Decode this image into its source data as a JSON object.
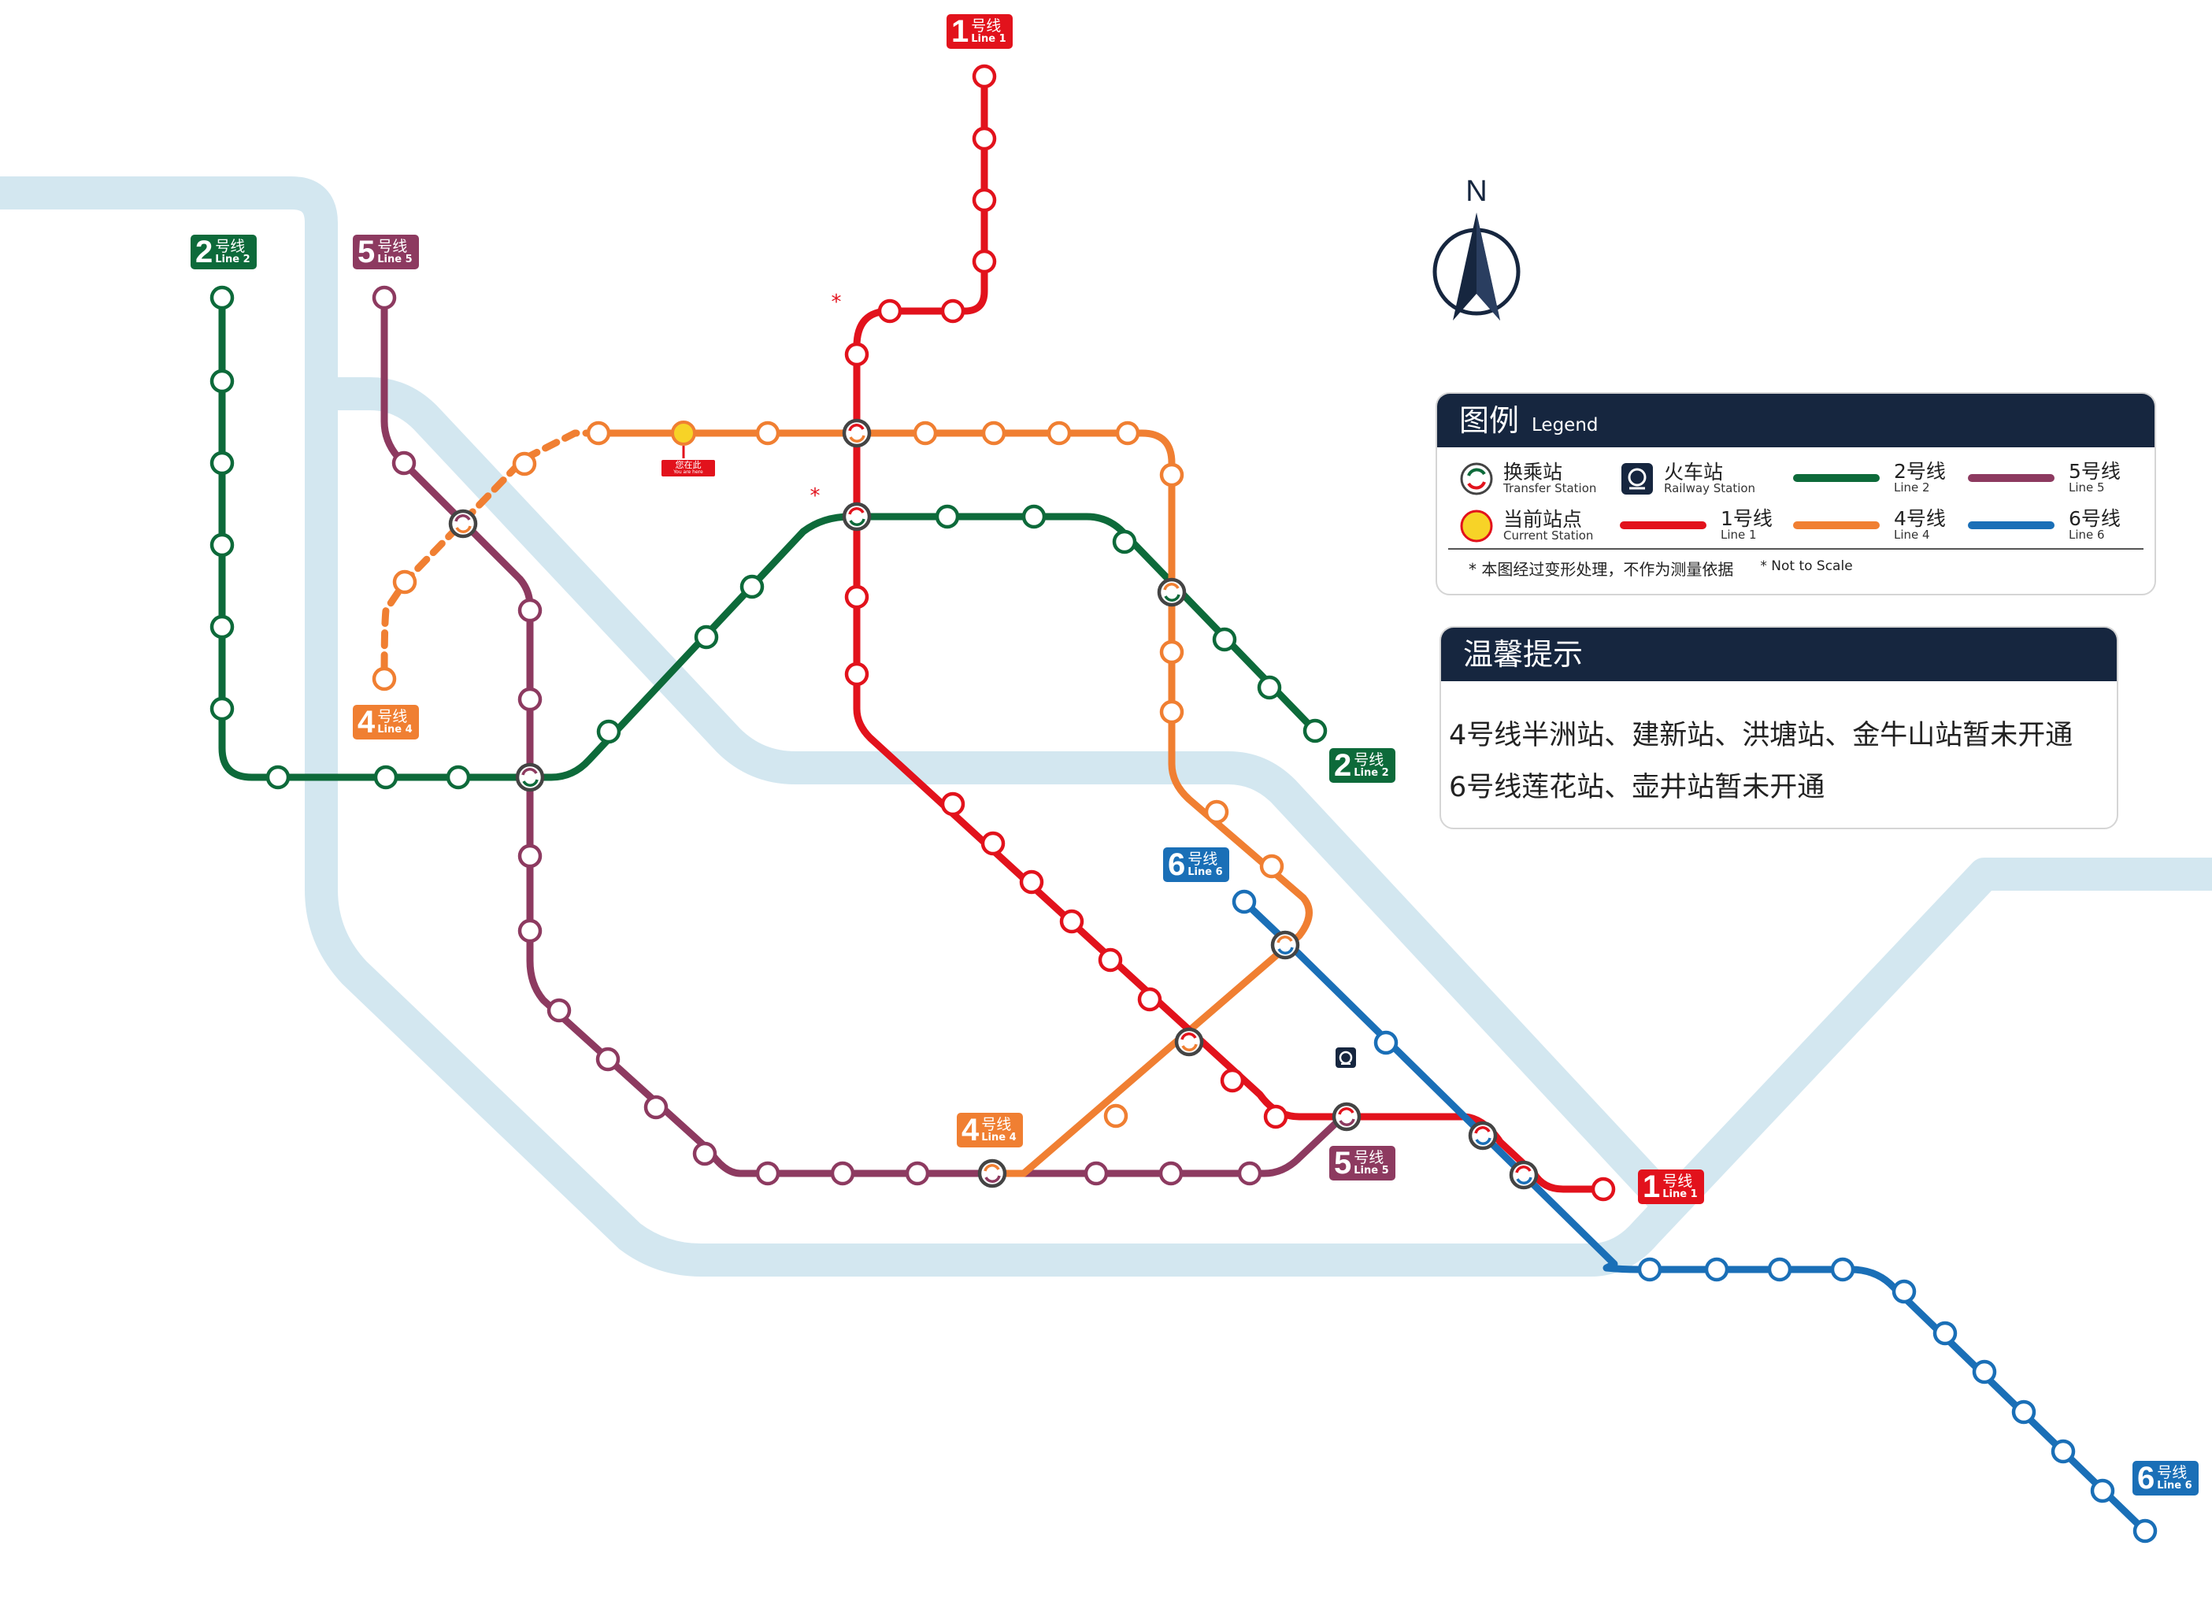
{
  "colors": {
    "line1": "#e2121c",
    "line2": "#0d6a3a",
    "line4": "#f07f32",
    "line5": "#8d3a60",
    "line6": "#1a6fb7",
    "river": "#d3e7f0",
    "panel_header": "#16263f",
    "current_station": "#f7d327"
  },
  "badges": {
    "line1": {
      "num": "1",
      "zh": "号线",
      "en": "Line 1"
    },
    "line2": {
      "num": "2",
      "zh": "号线",
      "en": "Line 2"
    },
    "line4": {
      "num": "4",
      "zh": "号线",
      "en": "Line 4"
    },
    "line5": {
      "num": "5",
      "zh": "号线",
      "en": "Line 5"
    },
    "line6": {
      "num": "6",
      "zh": "号线",
      "en": "Line 6"
    }
  },
  "compass": {
    "label": "N",
    "icon": "north-arrow-icon"
  },
  "current_station_marker": {
    "label": "您在此",
    "sub": "You are here"
  },
  "legend": {
    "title_zh": "图例",
    "title_en": "Legend",
    "transfer": {
      "zh": "换乘站",
      "en": "Transfer Station",
      "icon": "transfer-station-icon"
    },
    "current": {
      "zh": "当前站点",
      "en": "Current Station",
      "icon": "current-station-icon"
    },
    "railway": {
      "zh": "火车站",
      "en": "Railway Station",
      "icon": "railway-station-icon"
    },
    "line1": {
      "zh": "1号线",
      "en": "Line 1"
    },
    "line2": {
      "zh": "2号线",
      "en": "Line 2"
    },
    "line4": {
      "zh": "4号线",
      "en": "Line 4"
    },
    "line5": {
      "zh": "5号线",
      "en": "Line 5"
    },
    "line6": {
      "zh": "6号线",
      "en": "Line 6"
    },
    "note_zh": "* 本图经过变形处理，不作为测量依据",
    "note_en": "* Not to Scale"
  },
  "tips": {
    "title": "温馨提示",
    "lines": [
      "4号线半洲站、建新站、洪塘站、金牛山站暂未开通",
      "6号线莲花站、壶井站暂未开通"
    ]
  }
}
